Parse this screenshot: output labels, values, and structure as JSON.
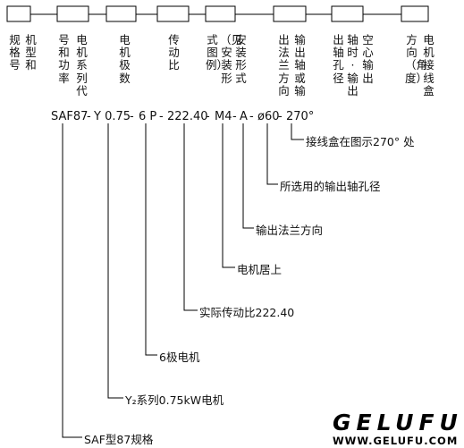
{
  "columns": [
    {
      "lines": [
        "规格号",
        "机型和"
      ]
    },
    {
      "lines": [
        "号和功率",
        "电机系列代"
      ]
    },
    {
      "lines": [
        "电机极数"
      ]
    },
    {
      "lines": [
        "传动比"
      ]
    },
    {
      "lines": [
        "式图例）",
        "（见安装形",
        "安装形式"
      ]
    },
    {
      "lines": [
        "出法兰方向"
      ]
    },
    {
      "lines": [
        "输出轴或输"
      ]
    },
    {
      "lines": [
        "出轴孔径",
        "轴时·输出",
        "空心输出"
      ]
    },
    {
      "lines": [
        "方向（角度）",
        "电机接线盒"
      ]
    }
  ],
  "code": {
    "model": "SAF87",
    "sep1": "-",
    "motor": "Y 0.75",
    "sep2": "-",
    "poles": "6 P",
    "sep3": "-",
    "ratio": "222.40",
    "sep4": "-",
    "mount": "M4",
    "sep5": "-",
    "flange": "A",
    "sep6": "-",
    "bore": "ø60",
    "sep7": "-",
    "angle": "270°"
  },
  "callouts": {
    "angle": "接线盒在图示270° 处",
    "bore": "所选用的输出轴孔径",
    "flange": "输出法兰方向",
    "mount": "电机居上",
    "ratio": "实际传动比222.40",
    "poles": "6极电机",
    "motor": "Y₂系列0.75kW电机",
    "model": "SAF型87规格"
  },
  "watermark": {
    "brand": "GELUFU",
    "url": "WWW.GELUFU.COM"
  }
}
